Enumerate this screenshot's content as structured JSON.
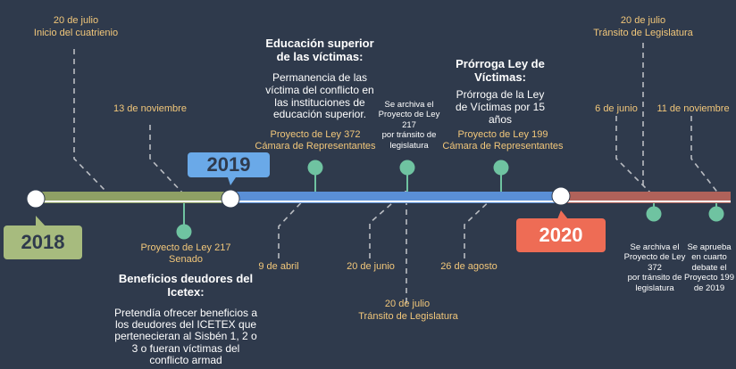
{
  "years": {
    "y2018": "2018",
    "y2019": "2019",
    "y2020": "2020"
  },
  "colors": {
    "green": "#8fa065",
    "blue": "#5a8fd6",
    "red": "#b0625a",
    "badge2018": "#a7bb7e",
    "badge2019": "#6aa9e8",
    "badge2020": "#ee6c55",
    "node": "#6fc3a1",
    "gold": "#f2c77a",
    "background": "#2f3a4c"
  },
  "above": {
    "e1": {
      "date": "20 de julio",
      "text": "Inicio del cuatrienio"
    },
    "e2": {
      "date": "13 de noviembre"
    },
    "e3": {
      "title1": "Educación superior",
      "title2": "de las víctimas:",
      "line1": "Permanencia de las",
      "line2": "víctima del conflicto  en",
      "line3": "las instituciones de",
      "line4": "educación superior.",
      "gold1": "Proyecto de Ley 372",
      "gold2": "Cámara de Representantes"
    },
    "e4": {
      "line1": "Se archiva el",
      "line2": "Proyecto de Ley",
      "line3": "217",
      "line4": "por tránsito de",
      "line5": "legislatura"
    },
    "e5": {
      "title1": "Prórroga Ley de",
      "title2": "Víctimas:",
      "line1": "Prórroga de la Ley",
      "line2": "de Víctimas por 15",
      "line3": "años",
      "gold1": "Proyecto de Ley 199",
      "gold2": "Cámara de Representantes"
    },
    "e6": {
      "date": "20 de julio",
      "text": "Tránsito de Legislatura"
    },
    "e7": {
      "date": "6 de junio"
    },
    "e8": {
      "date": "11 de noviembre"
    }
  },
  "below": {
    "b1": {
      "gold1": "Proyecto de Ley 217",
      "gold2": "Senado",
      "title1": "Beneficios deudores del",
      "title2": "Icetex:",
      "line1": "Pretendía ofrecer beneficios a",
      "line2": "los deudores del ICETEX que",
      "line3": "pertenecieran al Sisbén 1, 2 o",
      "line4": "3 o fueran víctimas del",
      "line5": "conflicto armad"
    },
    "b2": {
      "date": "9 de abril"
    },
    "b3": {
      "date": "20 de junio"
    },
    "b4": {
      "date": "20 de julio",
      "text": "Tránsito de Legislatura"
    },
    "b5": {
      "date": "26 de agosto"
    },
    "b6": {
      "line1": "Se archiva el",
      "line2": "Proyecto de Ley",
      "line3": "372",
      "line4": "por tránsito de",
      "line5": "legislatura"
    },
    "b7": {
      "line1": "Se aprueba",
      "line2": "en cuarto",
      "line3": "debate el",
      "line4": "Proyecto 199",
      "line5": "de 2019"
    }
  }
}
